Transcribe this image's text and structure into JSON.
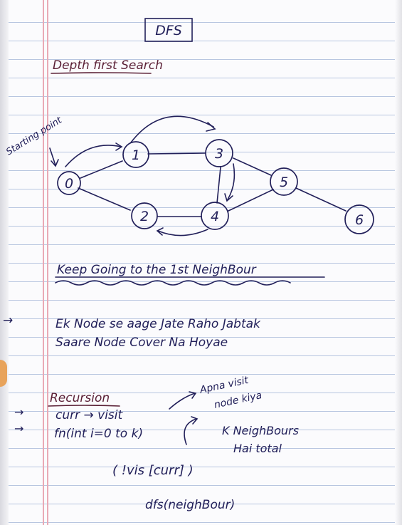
{
  "title": "DFS",
  "subtitle": "Depth first Search",
  "starting_point_label": "Starting point",
  "graph": {
    "nodes": [
      {
        "id": "node-0",
        "label": "0"
      },
      {
        "id": "node-1",
        "label": "1"
      },
      {
        "id": "node-2",
        "label": "2"
      },
      {
        "id": "node-3",
        "label": "3"
      },
      {
        "id": "node-4",
        "label": "4"
      },
      {
        "id": "node-5",
        "label": "5"
      },
      {
        "id": "node-6",
        "label": "6"
      }
    ],
    "edges": [
      [
        "0",
        "1"
      ],
      [
        "0",
        "2"
      ],
      [
        "1",
        "3"
      ],
      [
        "2",
        "4"
      ],
      [
        "3",
        "4"
      ],
      [
        "3",
        "5"
      ],
      [
        "4",
        "5"
      ],
      [
        "5",
        "6"
      ]
    ]
  },
  "rule_heading": "Keep Going to the 1st NeighBour",
  "arrow_symbol": "→",
  "explanation": {
    "line1": "Ek Node se aage Jate Raho Jabtak",
    "line2": "Saare Node Cover Na Hoyae"
  },
  "recursion": {
    "heading": "Recursion",
    "step1_code": "curr → visit",
    "step2_code": "fn(int i=0 to k)",
    "condition": "( !vis [curr] )",
    "call": "dfs(neighBour)",
    "note_visit_line1": "Apna visit",
    "note_visit_line2": "node kiya",
    "note_neighbour_line1": "K NeighBours",
    "note_neighbour_line2": "Hai total"
  }
}
